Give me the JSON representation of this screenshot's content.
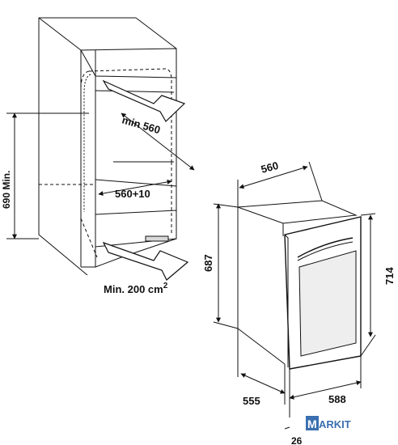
{
  "labels": {
    "height_min": "690 Min.",
    "depth_min": "min 560",
    "width_niche": "560+10",
    "vent_area": "Min. 200 cm",
    "vent_area_exp": "2",
    "appliance_width_top": "560",
    "appliance_height": "687",
    "overall_height": "714",
    "appliance_depth": "555",
    "door_width": "588",
    "door_offset": "26"
  },
  "logo": {
    "text": "MARKIT",
    "accent": "#3a6fb0"
  }
}
